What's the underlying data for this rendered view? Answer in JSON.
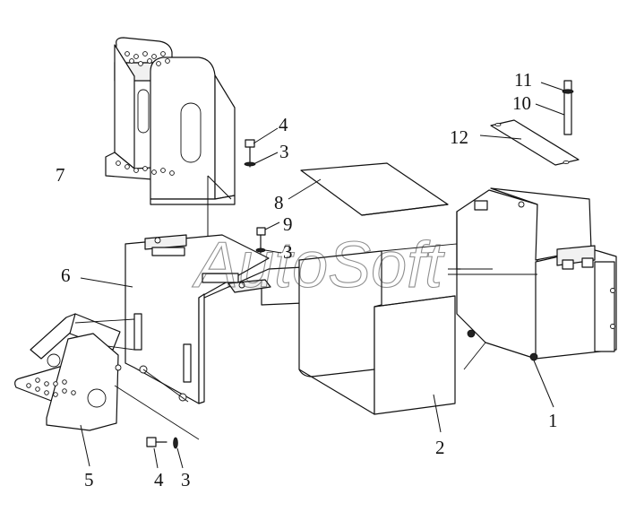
{
  "watermark": "AutoSoft",
  "callouts": {
    "c1": "1",
    "c2": "2",
    "c3a": "3",
    "c3b": "3",
    "c3c": "3",
    "c4a": "4",
    "c4b": "4",
    "c5": "5",
    "c6": "6",
    "c7": "7",
    "c8": "8",
    "c9": "9",
    "c10": "10",
    "c11": "11",
    "c12": "12"
  }
}
